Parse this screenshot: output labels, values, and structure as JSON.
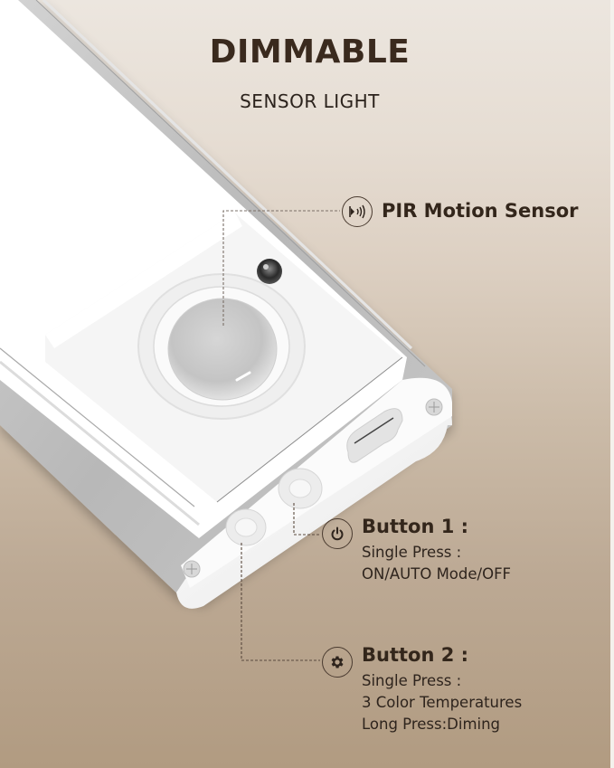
{
  "headline": {
    "title": "DIMMABLE",
    "subtitle": "SENSOR LIGHT"
  },
  "callouts": {
    "pir": {
      "icon": "motion-sensor-icon",
      "label": "PIR Motion Sensor"
    },
    "button1": {
      "icon": "power-icon",
      "label": "Button 1 :",
      "lines": [
        "Single Press :",
        "ON/AUTO Mode/OFF"
      ]
    },
    "button2": {
      "icon": "gear-icon",
      "label": "Button 2 :",
      "lines": [
        "Single Press :",
        "3 Color Temperatures",
        "Long Press:Diming"
      ]
    }
  },
  "colors": {
    "background_top": "#ece6df",
    "background_bottom": "#b19b81",
    "text_dark": "#33261b",
    "frame_silver": "#b9b9b9",
    "housing_white": "#f4f4f4"
  }
}
